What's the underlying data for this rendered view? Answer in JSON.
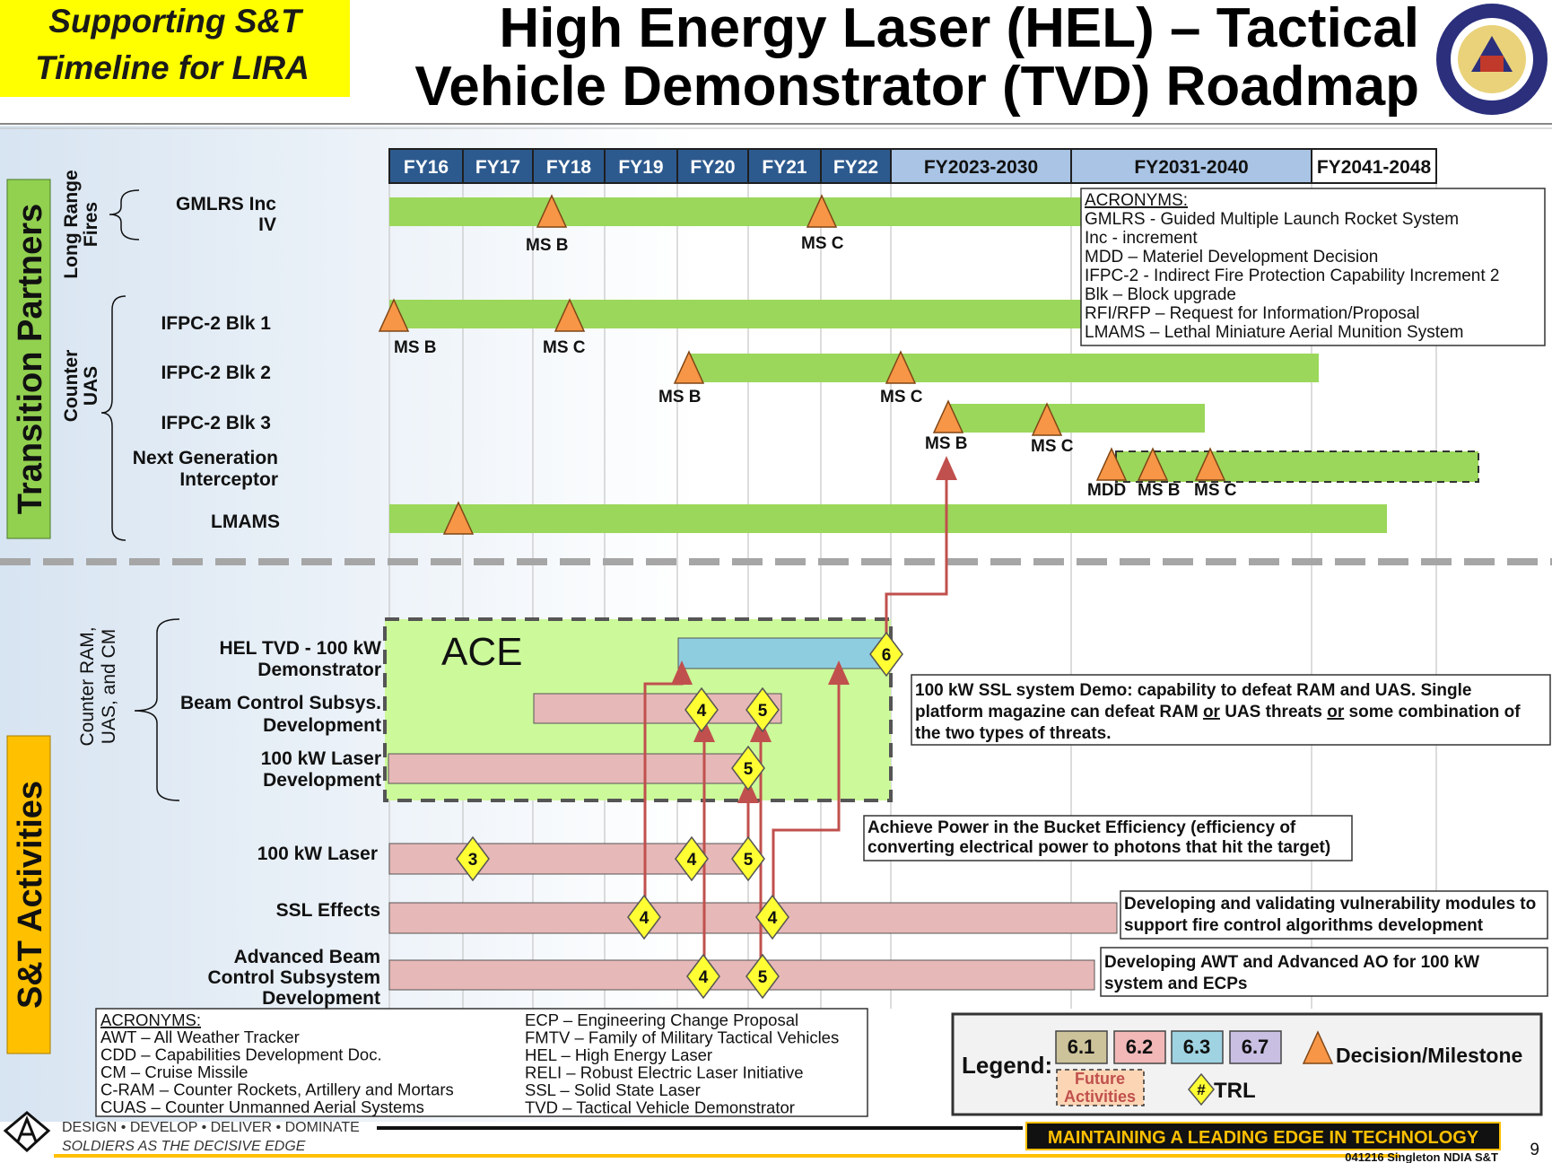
{
  "header": {
    "badge_line1": "Supporting S&T",
    "badge_line2": "Timeline for LIRA",
    "title_line1": "High Energy Laser (HEL) – Tactical",
    "title_line2": "Vehicle Demonstrator (TVD) Roadmap",
    "seal_icon": "army-asa-seal-icon"
  },
  "timeline": {
    "columns": [
      "FY16",
      "FY17",
      "FY18",
      "FY19",
      "FY20",
      "FY21",
      "FY22",
      "FY2023-2030",
      "FY2031-2040",
      "FY2041-2048"
    ]
  },
  "sections": {
    "transition_partners": "Transition Partners",
    "st_activities": "S&T Activities",
    "long_range_fires": [
      "Long Range",
      "Fires"
    ],
    "counter_uas": [
      "Counter",
      "UAS"
    ],
    "counter_ram": [
      "Counter RAM,",
      "UAS, and CM"
    ]
  },
  "rows": {
    "gmlrs": [
      "GMLRS Inc",
      "IV"
    ],
    "ifpc_blk1": "IFPC-2 Blk 1",
    "ifpc_blk2": "IFPC-2 Blk 2",
    "ifpc_blk3": "IFPC-2 Blk 3",
    "ngi": [
      "Next Generation",
      "Interceptor"
    ],
    "lmams": "LMAMS",
    "hel_tvd": [
      "HEL TVD - 100 kW",
      "Demonstrator"
    ],
    "beam_control": [
      "Beam Control Subsys.",
      "Development"
    ],
    "laser_dev": [
      "100 kW Laser",
      "Development"
    ],
    "laser": "100 kW Laser",
    "ssl": "SSL Effects",
    "abc": [
      "Advanced Beam",
      "Control Subsystem",
      "Development"
    ]
  },
  "milestones": {
    "gmlrs_b": "MS  B",
    "gmlrs_c": "MS C",
    "blk1_b": "MS  B",
    "blk1_c": "MS  C",
    "blk2_b": "MS B",
    "blk2_c": "MS C",
    "blk3_b": "MS B",
    "blk3_c": "MS C",
    "ngi_mdd": "MDD",
    "ngi_b": "MS B",
    "ngi_c": "MS C"
  },
  "trl": {
    "hel": "6",
    "beam_4": "4",
    "beam_5": "5",
    "laserdev_5": "5",
    "laser_3": "3",
    "laser_4": "4",
    "laser_5": "5",
    "ssl_4a": "4",
    "ssl_4b": "4",
    "abc_4": "4",
    "abc_5": "5"
  },
  "ace_label": "ACE",
  "acronyms_top": {
    "title": "ACRONYMS:",
    "lines": [
      "GMLRS - Guided Multiple Launch Rocket System",
      "Inc - increment",
      "MDD – Materiel Development Decision",
      "IFPC-2 - Indirect Fire Protection Capability Increment 2",
      "Blk – Block upgrade",
      "RFI/RFP – Request for Information/Proposal",
      "LMAMS – Lethal Miniature Aerial Munition System"
    ]
  },
  "callouts": {
    "demo": [
      "100 kW SSL system Demo: capability to defeat RAM and UAS. Single",
      "platform magazine can defeat RAM ",
      "or",
      " UAS threats ",
      "or",
      " some combination of",
      "the two types of threats."
    ],
    "bucket": [
      "Achieve Power in the Bucket Efficiency (efficiency of",
      "converting electrical power to photons that hit the target)"
    ],
    "vuln": [
      "Developing and validating vulnerability modules to",
      "support fire control algorithms development"
    ],
    "awt": [
      "Developing AWT and Advanced AO for 100 kW",
      "system and ECPs"
    ]
  },
  "acronyms_bottom": {
    "title": "ACRONYMS:",
    "left": [
      "AWT – All Weather Tracker",
      "CDD – Capabilities Development Doc.",
      "CM – Cruise Missile",
      "C-RAM – Counter Rockets, Artillery and Mortars",
      "CUAS – Counter Unmanned Aerial Systems"
    ],
    "right": [
      "ECP – Engineering Change Proposal",
      "FMTV – Family of Military Tactical Vehicles",
      "HEL – High Energy Laser",
      "RELI – Robust Electric Laser Initiative",
      "SSL – Solid State Laser",
      "TVD – Tactical Vehicle Demonstrator"
    ]
  },
  "legend": {
    "label": "Legend:",
    "codes": [
      "6.1",
      "6.2",
      "6.3",
      "6.7"
    ],
    "future": [
      "Future",
      "Activities"
    ],
    "milestone": "Decision/Milestone",
    "trl_label": "TRL",
    "trl_symbol": "#",
    "colors": {
      "c61": "#cdc39a",
      "c62": "#f2b8b8",
      "c63": "#9fd3e2",
      "c67": "#c9bfe3"
    }
  },
  "footer": {
    "logo_icon": "army-a-logo-icon",
    "motto1": "DESIGN  •  DEVELOP  •  DELIVER  •  DOMINATE",
    "motto2": "SOLDIERS AS THE DECISIVE EDGE",
    "banner": "MAINTAINING A LEADING EDGE IN TECHNOLOGY",
    "ref": "041216 Singleton NDIA S&T",
    "page": "9"
  },
  "colors": {
    "green_bar": "#9bd75a",
    "pink_bar": "#e6b8b7",
    "blue_bar": "#8ecde0",
    "ace_fill": "#ccf99a",
    "milestone": "#f79646",
    "trl_fill": "#ffff33",
    "header_dark": "#2d5a8e",
    "header_light": "#a9c4e4",
    "arrow": "#c0504d"
  }
}
